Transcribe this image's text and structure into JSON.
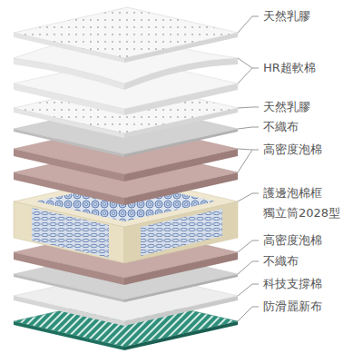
{
  "diagram": {
    "labels": [
      "天然乳膠",
      "HR超軟棉",
      "天然乳膠",
      "不織布",
      "高密度泡棉",
      "護邊泡棉框",
      "獨立筒2028型",
      "高密度泡棉",
      "不織布",
      "科技支撐棉",
      "防滑麗新布"
    ]
  }
}
